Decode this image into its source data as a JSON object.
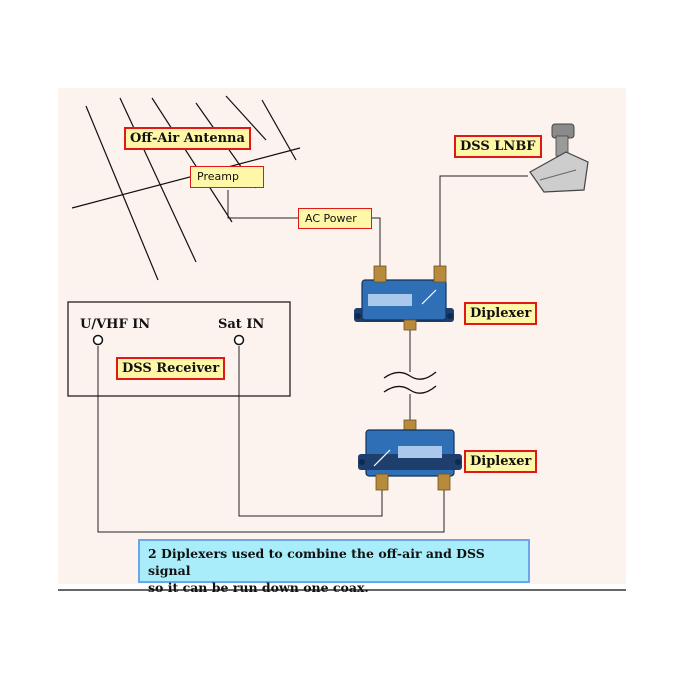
{
  "labels": {
    "antenna": "Off-Air Antenna",
    "preamp": "Preamp",
    "ac_power": "AC Power",
    "lnbf": "DSS LNBF",
    "uvhf_in": "U/VHF IN",
    "sat_in": "Sat IN",
    "receiver": "DSS Receiver",
    "diplexer_top": "Diplexer",
    "diplexer_bottom": "Diplexer"
  },
  "caption": {
    "line1": "2 Diplexers used to combine the off-air and DSS signal",
    "line2": "so it can be run down one coax."
  },
  "colors": {
    "background_panel": "#fdf3ee",
    "label_fill": "#fff7a8",
    "label_border": "#e01818",
    "caption_fill": "#a9ecfa",
    "diplexer_blue": "#2f6fb6"
  }
}
